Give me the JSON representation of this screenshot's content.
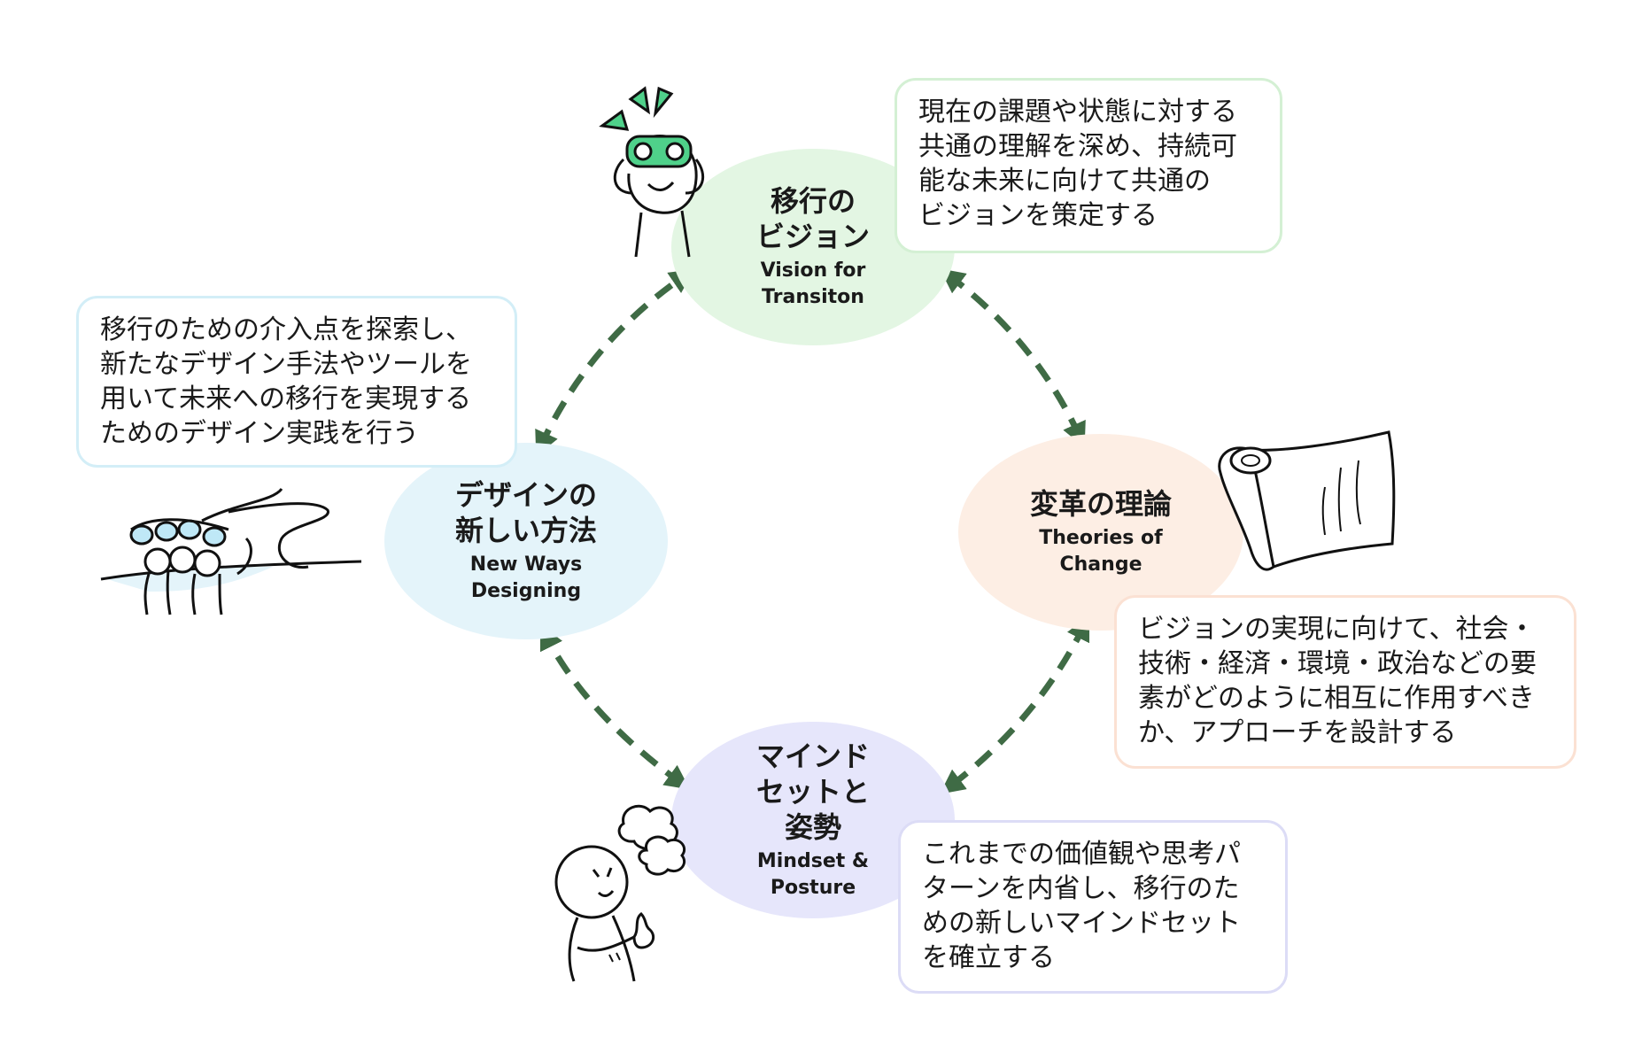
{
  "nodes": {
    "vision": {
      "jp": "移行の\nビジョン",
      "en": "Vision for\nTransiton",
      "color": "#e3f6e3"
    },
    "theory": {
      "jp": "変革の理論",
      "en": "Theories of\nChange",
      "color": "#fdeee4"
    },
    "mindset": {
      "jp": "マインド\nセットと\n姿勢",
      "en": "Mindset &\nPosture",
      "color": "#e6e6fb"
    },
    "newways": {
      "jp": "デザインの\n新しい方法",
      "en": "New Ways\nDesigning",
      "color": "#e4f4fa"
    }
  },
  "descriptions": {
    "vision": {
      "text": "現在の課題や状態に対する\n共通の理解を深め、持続可\n能な未来に向けて共通の\nビジョンを策定する",
      "border": "#d4f0d4"
    },
    "theory": {
      "text": "ビジョンの実現に向けて、社会・\n技術・経済・環境・政治などの要\n素がどのように相互に作用すべき\nか、アプローチを設計する",
      "border": "#fbe1d3"
    },
    "mindset": {
      "text": "これまでの価値観や思考パ\nターンを内省し、移行のた\nめの新しいマインドセット\nを確立する",
      "border": "#dcdcf6"
    },
    "newways": {
      "text": "移行のための介入点を探索し、\n新たなデザイン手法やツールを\n用いて未来への移行を実現する\nためのデザイン実践を行う",
      "border": "#d3eef7"
    }
  },
  "arrow_color": "#3f6b45",
  "illustrations": {
    "binoculars_person": "binoculars-person-icon",
    "scroll": "scroll-icon",
    "thinking_person": "thinking-person-icon",
    "group_path": "group-path-icon"
  }
}
